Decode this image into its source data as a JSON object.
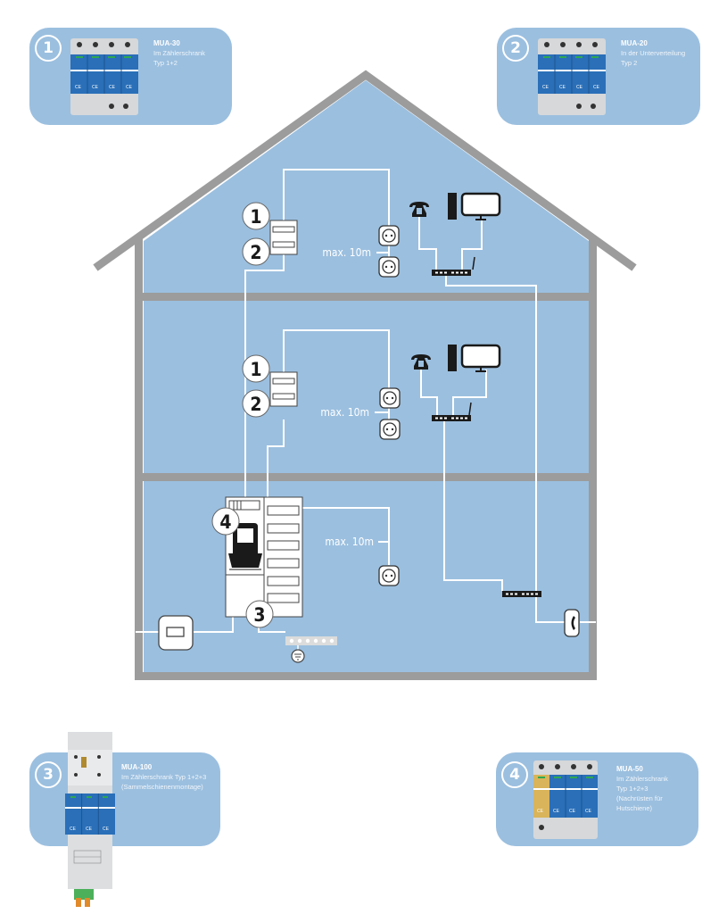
{
  "colors": {
    "house_fill": "#9bbfdf",
    "house_wall": "#9c9c9c",
    "card_fill": "#9bbfdf",
    "wire": "#ffffff",
    "device_blue": "#2a6fb8",
    "device_gold": "#d9b45a",
    "device_grey": "#d6d8da"
  },
  "products": [
    {
      "number": "1",
      "model": "MUA-30",
      "lines": [
        "Im Zählerschrank",
        "Typ 1+2"
      ]
    },
    {
      "number": "2",
      "model": "MUA-20",
      "lines": [
        "In der Unterverteilung",
        "Typ 2"
      ]
    },
    {
      "number": "3",
      "model": "MUA-100",
      "lines": [
        "Im Zählerschrank Typ 1+2+3",
        "(Sammelschienenmontage)"
      ]
    },
    {
      "number": "4",
      "model": "MUA-50",
      "lines": [
        "Im Zählerschrank",
        "Typ 1+2+3",
        "(Nachrüsten für",
        "Hutschiene)"
      ]
    }
  ],
  "house": {
    "floors": [
      {
        "name": "attic",
        "markers": [
          "1",
          "2"
        ],
        "distance_label": "max. 10m"
      },
      {
        "name": "middle",
        "markers": [
          "1",
          "2"
        ],
        "distance_label": "max. 10m"
      },
      {
        "name": "ground",
        "markers": [
          "4",
          "3"
        ],
        "distance_label": "max. 10m"
      }
    ]
  }
}
